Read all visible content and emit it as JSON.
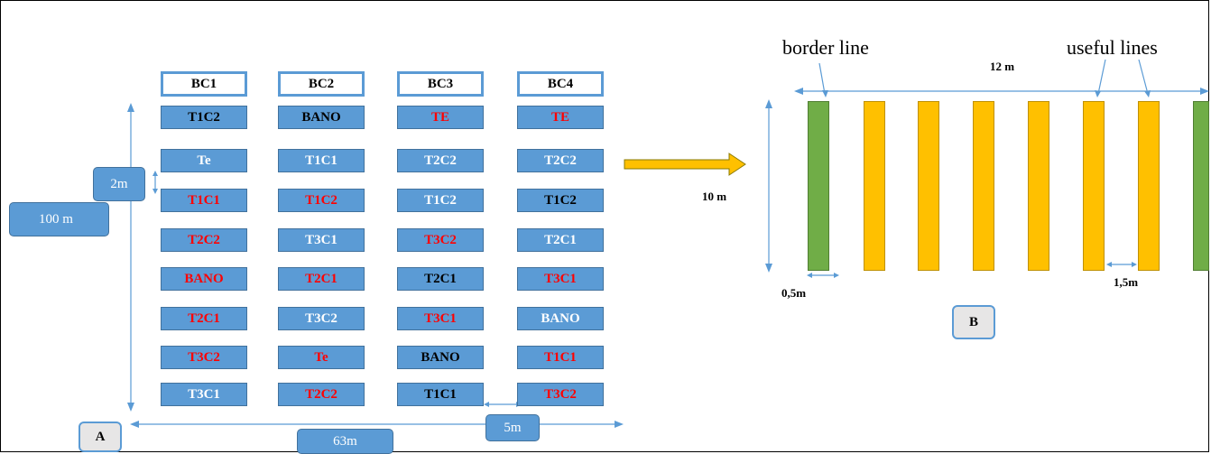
{
  "panel_a": {
    "label": "A",
    "headers": [
      "BC1",
      "BC2",
      "BC3",
      "BC4"
    ],
    "columns": [
      [
        {
          "text": "T1C2",
          "color": "#000000"
        },
        {
          "text": "Te",
          "color": "#ffffff"
        },
        {
          "text": "T1C1",
          "color": "#ff0000"
        },
        {
          "text": "T2C2",
          "color": "#ff0000"
        },
        {
          "text": "BANO",
          "color": "#ff0000"
        },
        {
          "text": "T2C1",
          "color": "#ff0000"
        },
        {
          "text": "T3C2",
          "color": "#ff0000"
        },
        {
          "text": "T3C1",
          "color": "#ffffff"
        }
      ],
      [
        {
          "text": "BANO",
          "color": "#000000"
        },
        {
          "text": "T1C1",
          "color": "#ffffff"
        },
        {
          "text": "T1C2",
          "color": "#ff0000"
        },
        {
          "text": "T3C1",
          "color": "#ffffff"
        },
        {
          "text": "T2C1",
          "color": "#ff0000"
        },
        {
          "text": "T3C2",
          "color": "#ffffff"
        },
        {
          "text": "Te",
          "color": "#ff0000"
        },
        {
          "text": "T2C2",
          "color": "#ff0000"
        }
      ],
      [
        {
          "text": "TE",
          "color": "#ff0000"
        },
        {
          "text": "T2C2",
          "color": "#ffffff"
        },
        {
          "text": "T1C2",
          "color": "#ffffff"
        },
        {
          "text": "T3C2",
          "color": "#ff0000"
        },
        {
          "text": "T2C1",
          "color": "#000000"
        },
        {
          "text": "T3C1",
          "color": "#ff0000"
        },
        {
          "text": "BANO",
          "color": "#000000"
        },
        {
          "text": "T1C1",
          "color": "#000000"
        }
      ],
      [
        {
          "text": "TE",
          "color": "#ff0000"
        },
        {
          "text": "T2C2",
          "color": "#ffffff"
        },
        {
          "text": "T1C2",
          "color": "#000000"
        },
        {
          "text": "T2C1",
          "color": "#ffffff"
        },
        {
          "text": "T3C1",
          "color": "#ff0000"
        },
        {
          "text": "BANO",
          "color": "#ffffff"
        },
        {
          "text": "T1C1",
          "color": "#ff0000"
        },
        {
          "text": "T3C2",
          "color": "#ff0000"
        }
      ]
    ],
    "dim_block_height": "2m",
    "dim_length": "100 m",
    "dim_width": "63m",
    "dim_spacing": "5m"
  },
  "panel_b": {
    "label": "B",
    "border_line_label": "border line",
    "useful_lines_label": "useful lines",
    "width_label": "12 m",
    "height_label": "10 m",
    "line_width_label": "0,5m",
    "line_spacing_label": "1,5m",
    "lines": [
      "border",
      "useful",
      "useful",
      "useful",
      "useful",
      "useful",
      "useful",
      "border"
    ],
    "colors": {
      "border": "#70ad47",
      "useful": "#ffc000"
    }
  },
  "colors": {
    "cell_fill": "#5b9bd5",
    "arrow": "#ffc000"
  }
}
